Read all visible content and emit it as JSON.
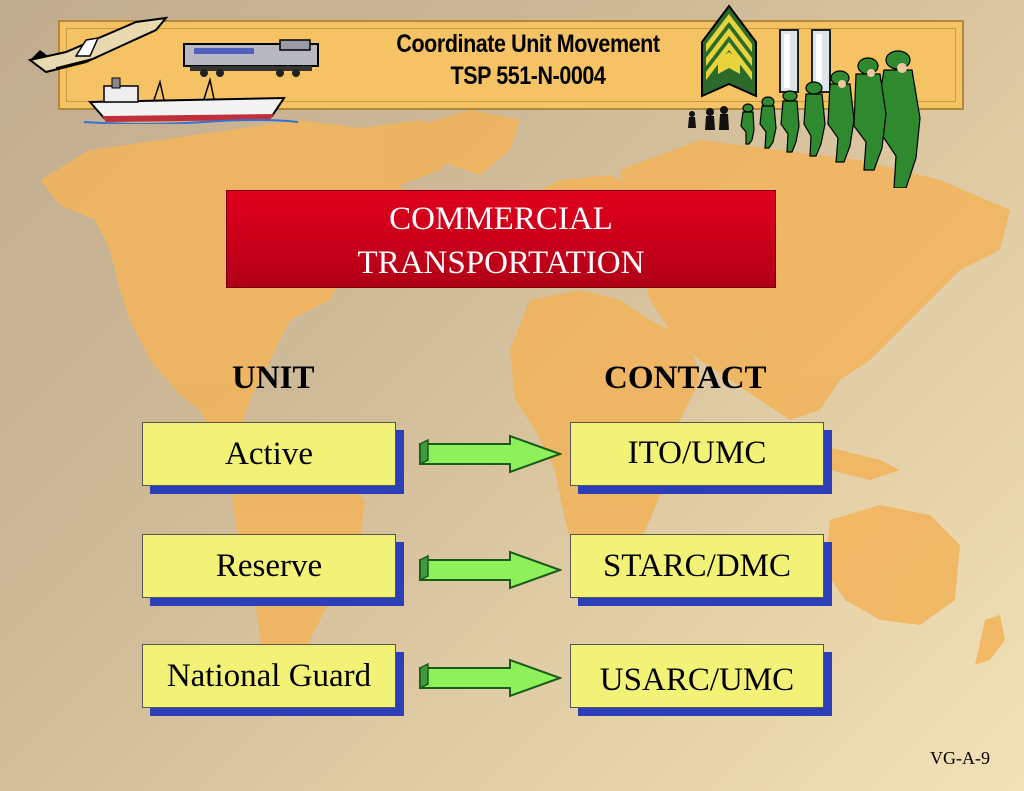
{
  "header": {
    "title_line1": "Coordinate Unit Movement",
    "title_line2": "TSP 551-N-0004"
  },
  "banner": {
    "line1": "COMMERCIAL",
    "line2": "TRANSPORTATION"
  },
  "columns": {
    "unit_heading": "UNIT",
    "contact_heading": "CONTACT"
  },
  "rows": [
    {
      "unit": "Active",
      "contact": "ITO/UMC"
    },
    {
      "unit": "Reserve",
      "contact": "STARC/DMC"
    },
    {
      "unit": "National Guard",
      "contact": "USARC/UMC"
    }
  ],
  "footer": {
    "code": "VG-A-9"
  },
  "colors": {
    "banner_red": "#d0001a",
    "box_yellow": "#f2f277",
    "box_shadow_blue": "#2c3fb8",
    "arrow_green": "#8ef05a",
    "header_gold": "#f5c363",
    "map_orange": "#f2b45a"
  }
}
